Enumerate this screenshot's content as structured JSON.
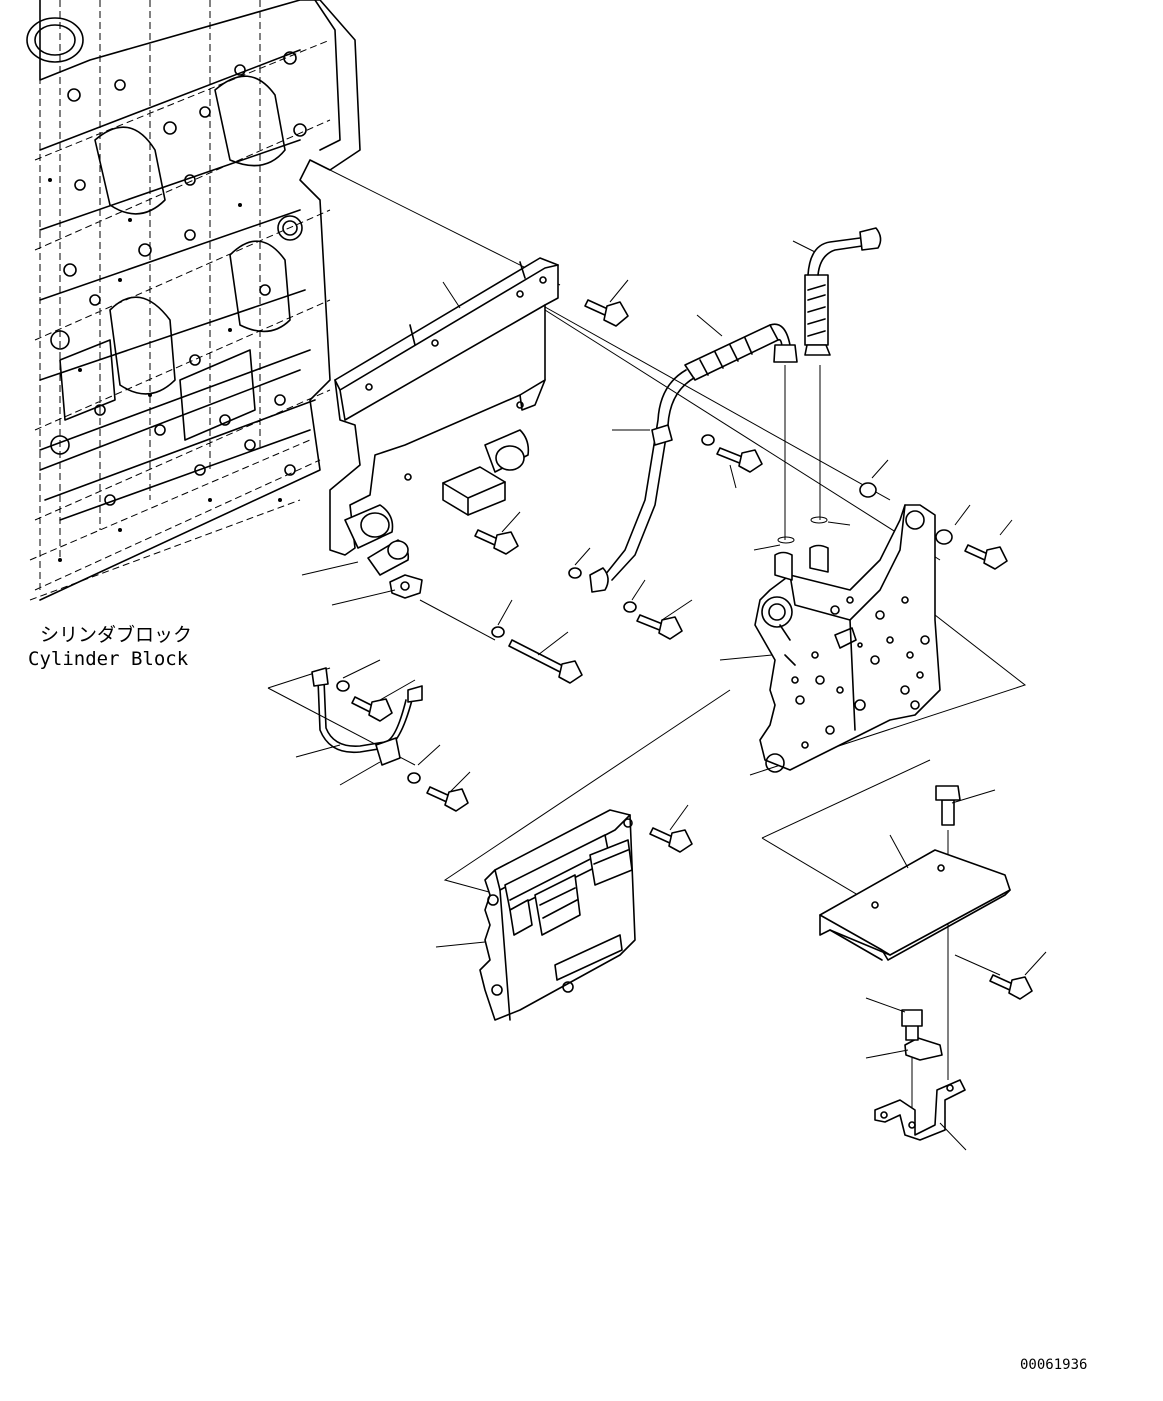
{
  "labels": {
    "cylinder_block_jp": "シリンダブロック",
    "cylinder_block_en": "Cylinder Block",
    "drawing_number": "00061936"
  }
}
